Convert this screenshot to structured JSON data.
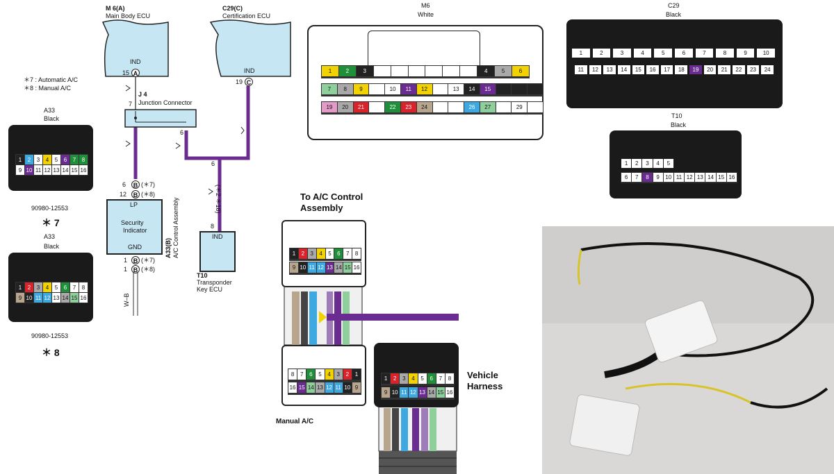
{
  "colors": {
    "wire_purple": "#6b2c91",
    "ecu_fill": "#c7e6f4",
    "pin_white": "#ffffff",
    "pin_black": "#222222",
    "pin_yellow": "#f2d200",
    "pin_green": "#1f8f3a",
    "pin_red": "#d8232a",
    "pin_blue": "#3da9e0",
    "pin_gray": "#a9a9a9",
    "pin_tan": "#b8a58e",
    "pin_purple": "#6b2c91",
    "pin_pink": "#e39ac6",
    "pin_ltgreen": "#8fcf9b"
  },
  "legend": {
    "note7": "＊7 : Automatic A/C",
    "note8": "＊8 : Manual A/C"
  },
  "a33_top": {
    "code": "A33",
    "color": "Black",
    "part_no": "90980-12553",
    "star": "＊ 7",
    "row1": [
      "1",
      "2",
      "3",
      "4",
      "5",
      "6",
      "7",
      "8"
    ],
    "row2": [
      "9",
      "10",
      "11",
      "12",
      "13",
      "14",
      "15",
      "16"
    ]
  },
  "a33_bottom": {
    "code": "A33",
    "color": "Black",
    "part_no": "90980-12553",
    "star": "＊ 8",
    "row1": [
      "1",
      "2",
      "3",
      "4",
      "5",
      "6",
      "7",
      "8"
    ],
    "row2": [
      "9",
      "10",
      "11",
      "12",
      "13",
      "14",
      "15",
      "16"
    ]
  },
  "schematic": {
    "m6_code": "M 6(A)",
    "m6_name": "Main Body ECU",
    "m6_pin_label": "IND",
    "m6_pin": "15",
    "m6_letter": "A",
    "c29_code": "C29(C)",
    "c29_name": "Certification ECU",
    "c29_pin_label": "IND",
    "c29_pin": "19",
    "c29_letter": "C",
    "j4_code": "J 4",
    "j4_name": "Junction Connector",
    "j4_pin7": "7",
    "j4_pin6": "6",
    "wire_pin6": "6",
    "wire_note": "(＊2 ＊18)",
    "b_pin6": "6",
    "b_pin12": "12",
    "b_letter": "B",
    "b_note7": "(＊7)",
    "b_note8": "(＊8)",
    "b_gnd_pin1a": "1",
    "b_gnd_pin1b": "1",
    "si_lp": "LP",
    "si_name1": "Security",
    "si_name2": "Indicator",
    "si_gnd": "GND",
    "a33_code": "A33(B)",
    "a33_name": "A/C Control Assembly",
    "wb_label": "W–B",
    "t10_pin": "8",
    "t10_pin_label": "IND",
    "t10_code": "T10",
    "t10_name1": "Transponder",
    "t10_name2": "Key ECU"
  },
  "m6": {
    "title": "M6",
    "color": "White",
    "row1": [
      "1",
      "2",
      "3",
      "",
      "",
      "",
      "",
      "",
      "",
      "4",
      "5",
      "6"
    ],
    "row2": [
      "7",
      "8",
      "9",
      "",
      "10",
      "11",
      "12",
      "",
      "13",
      "14",
      "15",
      "",
      "",
      ""
    ],
    "row3": [
      "19",
      "20",
      "21",
      "",
      "22",
      "23",
      "24",
      "",
      "",
      "26",
      "27",
      "",
      "29",
      ""
    ]
  },
  "c29": {
    "title": "C29",
    "color": "Black",
    "row1": [
      "1",
      "2",
      "3",
      "4",
      "5",
      "6",
      "7",
      "8",
      "9",
      "10"
    ],
    "row2": [
      "11",
      "12",
      "13",
      "14",
      "15",
      "16",
      "17",
      "18",
      "19",
      "20",
      "21",
      "22",
      "23",
      "24"
    ]
  },
  "t10": {
    "title": "T10",
    "color": "Black",
    "row1": [
      "1",
      "2",
      "3",
      "4",
      "5"
    ],
    "row2": [
      "6",
      "7",
      "8",
      "9",
      "10",
      "11",
      "12",
      "13",
      "14",
      "15",
      "16"
    ]
  },
  "harness": {
    "to_ac_line1": "To A/C Control",
    "to_ac_line2": "Assembly",
    "top_row1": [
      "1",
      "2",
      "3",
      "4",
      "5",
      "6",
      "7",
      "8"
    ],
    "top_row2": [
      "9",
      "10",
      "11",
      "12",
      "13",
      "14",
      "15",
      "16"
    ],
    "bot_row1": [
      "8",
      "7",
      "6",
      "5",
      "4",
      "3",
      "2",
      "1"
    ],
    "bot_row2": [
      "16",
      "15",
      "14",
      "13",
      "12",
      "11",
      "10",
      "9"
    ],
    "vh_row1": [
      "1",
      "2",
      "3",
      "4",
      "5",
      "6",
      "7",
      "8"
    ],
    "vh_row2": [
      "9",
      "10",
      "11",
      "12",
      "13",
      "14",
      "15",
      "16"
    ],
    "manual_ac": "Manual A/C",
    "vehicle_line1": "Vehicle",
    "vehicle_line2": "Harness"
  }
}
